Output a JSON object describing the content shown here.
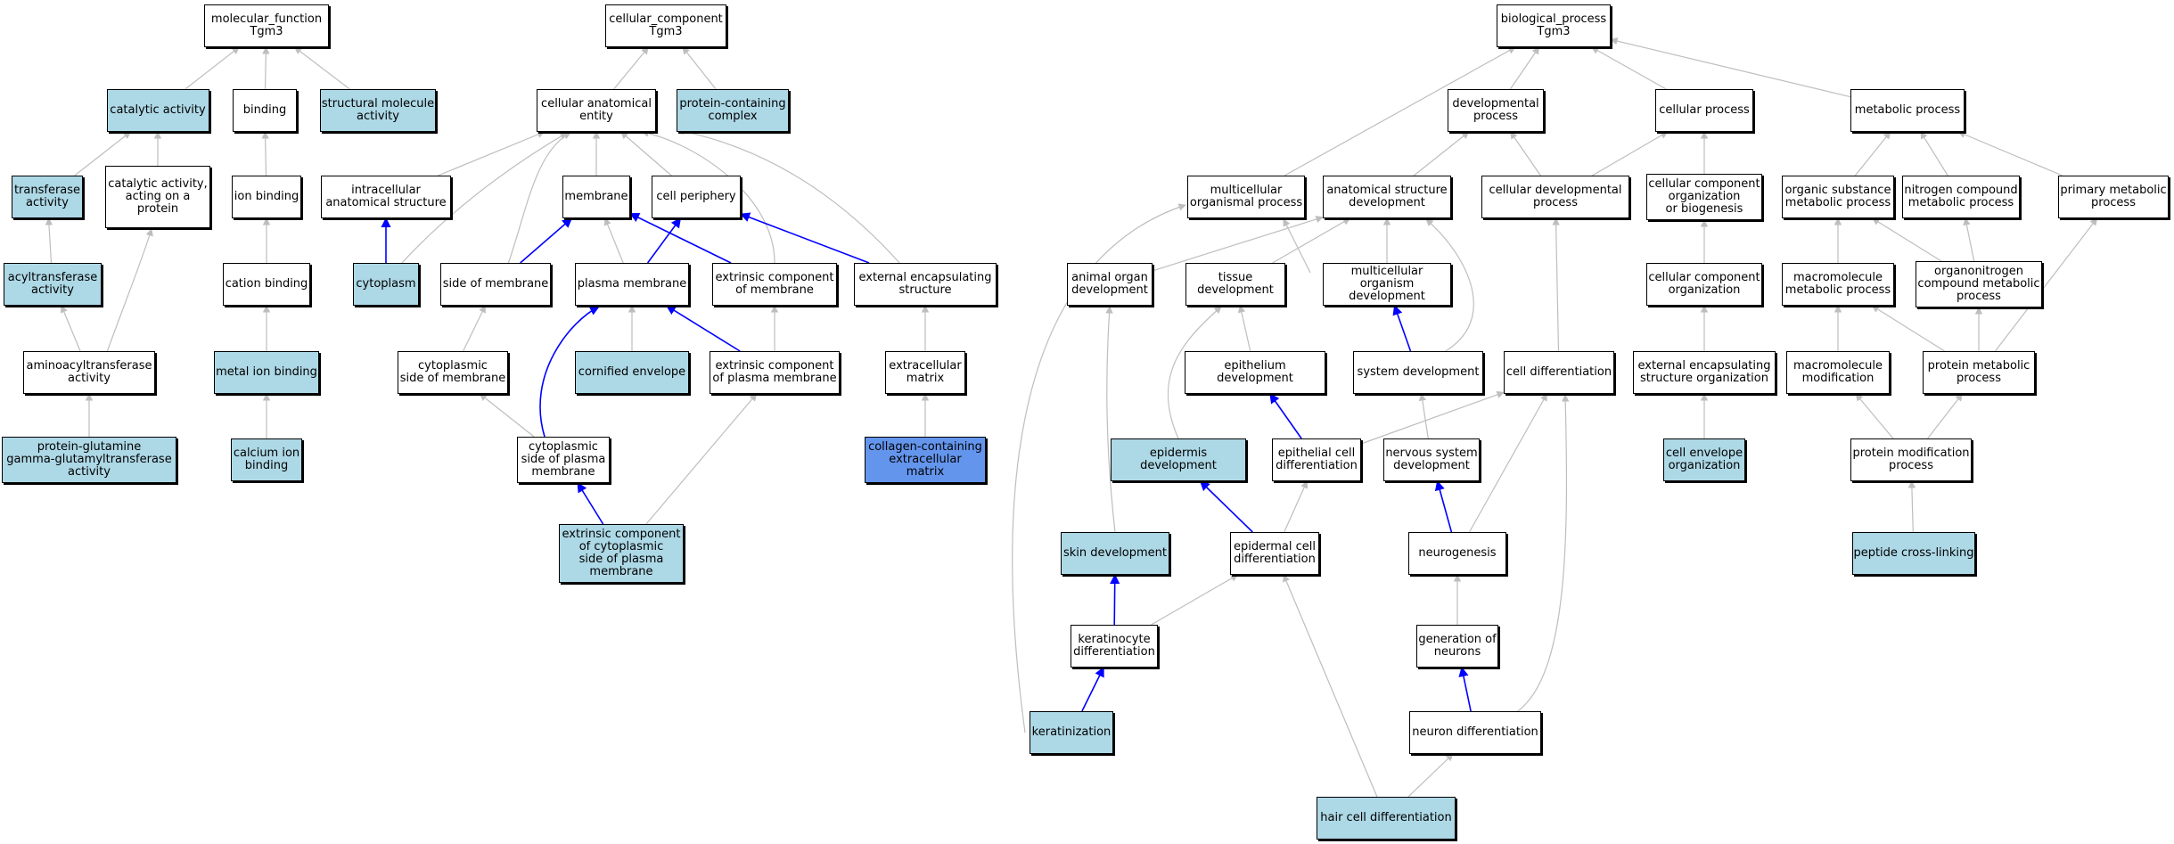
{
  "colors": {
    "background": "#ffffff",
    "highlight": "#add8e6",
    "strong_highlight": "#6495ed",
    "is_a_edge": "#bebebe",
    "part_of_edge": "#0000ff"
  },
  "nodes": [
    {
      "id": "mf",
      "label": "molecular_function\nTgm3",
      "style": "white"
    },
    {
      "id": "catalytic",
      "label": "catalytic activity",
      "style": "light"
    },
    {
      "id": "binding",
      "label": "binding",
      "style": "white"
    },
    {
      "id": "structmol",
      "label": "structural molecule\nactivity",
      "style": "light"
    },
    {
      "id": "transferase",
      "label": "transferase\nactivity",
      "style": "light"
    },
    {
      "id": "catprot",
      "label": "catalytic activity,\nacting on a\nprotein",
      "style": "white"
    },
    {
      "id": "ionbind",
      "label": "ion binding",
      "style": "white"
    },
    {
      "id": "acyl",
      "label": "acyltransferase\nactivity",
      "style": "light"
    },
    {
      "id": "cation",
      "label": "cation binding",
      "style": "white"
    },
    {
      "id": "aminoacyl",
      "label": "aminoacyltransferase\nactivity",
      "style": "white"
    },
    {
      "id": "metal",
      "label": "metal ion binding",
      "style": "light"
    },
    {
      "id": "pgg",
      "label": "protein-glutamine\ngamma-glutamyltransferase\nactivity",
      "style": "light"
    },
    {
      "id": "calcium",
      "label": "calcium ion\nbinding",
      "style": "light"
    },
    {
      "id": "cc",
      "label": "cellular_component\nTgm3",
      "style": "white"
    },
    {
      "id": "cae",
      "label": "cellular anatomical\nentity",
      "style": "white"
    },
    {
      "id": "pcc",
      "label": "protein-containing\ncomplex",
      "style": "light"
    },
    {
      "id": "ias",
      "label": "intracellular\nanatomical structure",
      "style": "white"
    },
    {
      "id": "membrane",
      "label": "membrane",
      "style": "white"
    },
    {
      "id": "cellper",
      "label": "cell periphery",
      "style": "white"
    },
    {
      "id": "cytoplasm",
      "label": "cytoplasm",
      "style": "light"
    },
    {
      "id": "sideofmem",
      "label": "side of membrane",
      "style": "white"
    },
    {
      "id": "plasmamem",
      "label": "plasma membrane",
      "style": "white"
    },
    {
      "id": "extcompmem",
      "label": "extrinsic component\nof membrane",
      "style": "white"
    },
    {
      "id": "extencap",
      "label": "external encapsulating\nstructure",
      "style": "white"
    },
    {
      "id": "cytosideofmem",
      "label": "cytoplasmic\nside of membrane",
      "style": "white"
    },
    {
      "id": "cornified",
      "label": "cornified envelope",
      "style": "light"
    },
    {
      "id": "extcomppm",
      "label": "extrinsic component\nof plasma membrane",
      "style": "white"
    },
    {
      "id": "ecm",
      "label": "extracellular\nmatrix",
      "style": "white"
    },
    {
      "id": "cytosidepm",
      "label": "cytoplasmic\nside of plasma\nmembrane",
      "style": "white"
    },
    {
      "id": "collagen",
      "label": "collagen-containing\nextracellular\nmatrix",
      "style": "dark"
    },
    {
      "id": "extcompcyto",
      "label": "extrinsic component\nof cytoplasmic\nside of plasma\nmembrane",
      "style": "light"
    },
    {
      "id": "bp",
      "label": "biological_process\nTgm3",
      "style": "white"
    },
    {
      "id": "devproc",
      "label": "developmental\nprocess",
      "style": "white"
    },
    {
      "id": "cellproc",
      "label": "cellular process",
      "style": "white"
    },
    {
      "id": "metproc",
      "label": "metabolic process",
      "style": "white"
    },
    {
      "id": "multorg",
      "label": "multicellular\norganismal process",
      "style": "white"
    },
    {
      "id": "anatdev",
      "label": "anatomical structure\ndevelopment",
      "style": "white"
    },
    {
      "id": "celldevproc",
      "label": "cellular developmental\nprocess",
      "style": "white"
    },
    {
      "id": "ccorgbio",
      "label": "cellular component\norganization\nor biogenesis",
      "style": "white"
    },
    {
      "id": "orgsub",
      "label": "organic substance\nmetabolic process",
      "style": "white"
    },
    {
      "id": "nitro",
      "label": "nitrogen compound\nmetabolic process",
      "style": "white"
    },
    {
      "id": "primmet",
      "label": "primary metabolic\nprocess",
      "style": "white"
    },
    {
      "id": "animalorgan",
      "label": "animal organ\ndevelopment",
      "style": "white"
    },
    {
      "id": "tissuedev",
      "label": "tissue development",
      "style": "white"
    },
    {
      "id": "multorgdev",
      "label": "multicellular\norganism development",
      "style": "white"
    },
    {
      "id": "ccorg",
      "label": "cellular component\norganization",
      "style": "white"
    },
    {
      "id": "macromet",
      "label": "macromolecule\nmetabolic process",
      "style": "white"
    },
    {
      "id": "organonitro",
      "label": "organonitrogen\ncompound metabolic\nprocess",
      "style": "white"
    },
    {
      "id": "epidev",
      "label": "epithelium development",
      "style": "white"
    },
    {
      "id": "sysdev",
      "label": "system development",
      "style": "white"
    },
    {
      "id": "celldiff",
      "label": "cell differentiation",
      "style": "white"
    },
    {
      "id": "extencaporg",
      "label": "external encapsulating\nstructure organization",
      "style": "white"
    },
    {
      "id": "macromod",
      "label": "macromolecule\nmodification",
      "style": "white"
    },
    {
      "id": "protmet",
      "label": "protein metabolic\nprocess",
      "style": "white"
    },
    {
      "id": "epiderdev",
      "label": "epidermis development",
      "style": "light"
    },
    {
      "id": "epicelldiff",
      "label": "epithelial cell\ndifferentiation",
      "style": "white"
    },
    {
      "id": "nervdev",
      "label": "nervous system\ndevelopment",
      "style": "white"
    },
    {
      "id": "cellenv",
      "label": "cell envelope\norganization",
      "style": "light"
    },
    {
      "id": "protmod",
      "label": "protein modification\nprocess",
      "style": "white"
    },
    {
      "id": "skindev",
      "label": "skin development",
      "style": "light"
    },
    {
      "id": "epidermcell",
      "label": "epidermal cell\ndifferentiation",
      "style": "white"
    },
    {
      "id": "neurogen",
      "label": "neurogenesis",
      "style": "white"
    },
    {
      "id": "peptide",
      "label": "peptide cross-linking",
      "style": "light"
    },
    {
      "id": "kerdiff",
      "label": "keratinocyte\ndifferentiation",
      "style": "white"
    },
    {
      "id": "genneur",
      "label": "generation of\nneurons",
      "style": "white"
    },
    {
      "id": "keratin",
      "label": "keratinization",
      "style": "light"
    },
    {
      "id": "neurdiff",
      "label": "neuron differentiation",
      "style": "white"
    },
    {
      "id": "haircell",
      "label": "hair cell differentiation",
      "style": "light"
    }
  ],
  "edges": [
    {
      "from": "catalytic",
      "to": "mf",
      "type": "is_a"
    },
    {
      "from": "binding",
      "to": "mf",
      "type": "is_a"
    },
    {
      "from": "structmol",
      "to": "mf",
      "type": "is_a"
    },
    {
      "from": "transferase",
      "to": "catalytic",
      "type": "is_a"
    },
    {
      "from": "catprot",
      "to": "catalytic",
      "type": "is_a"
    },
    {
      "from": "ionbind",
      "to": "binding",
      "type": "is_a"
    },
    {
      "from": "acyl",
      "to": "transferase",
      "type": "is_a"
    },
    {
      "from": "cation",
      "to": "ionbind",
      "type": "is_a"
    },
    {
      "from": "aminoacyl",
      "to": "acyl",
      "type": "is_a"
    },
    {
      "from": "aminoacyl",
      "to": "catprot",
      "type": "is_a"
    },
    {
      "from": "metal",
      "to": "cation",
      "type": "is_a"
    },
    {
      "from": "pgg",
      "to": "aminoacyl",
      "type": "is_a"
    },
    {
      "from": "calcium",
      "to": "metal",
      "type": "is_a"
    },
    {
      "from": "cae",
      "to": "cc",
      "type": "is_a"
    },
    {
      "from": "pcc",
      "to": "cc",
      "type": "is_a"
    },
    {
      "from": "ias",
      "to": "cae",
      "type": "is_a"
    },
    {
      "from": "membrane",
      "to": "cae",
      "type": "is_a"
    },
    {
      "from": "cellper",
      "to": "cae",
      "type": "is_a"
    },
    {
      "from": "cytoplasm",
      "to": "cae",
      "type": "is_a"
    },
    {
      "from": "sideofmem",
      "to": "cae",
      "type": "is_a"
    },
    {
      "from": "extcompmem",
      "to": "cae",
      "type": "is_a"
    },
    {
      "from": "extencap",
      "to": "cae",
      "type": "is_a"
    },
    {
      "from": "cytoplasm",
      "to": "ias",
      "type": "part_of"
    },
    {
      "from": "sideofmem",
      "to": "membrane",
      "type": "part_of"
    },
    {
      "from": "plasmamem",
      "to": "membrane",
      "type": "is_a"
    },
    {
      "from": "extcompmem",
      "to": "membrane",
      "type": "part_of"
    },
    {
      "from": "plasmamem",
      "to": "cellper",
      "type": "part_of"
    },
    {
      "from": "extencap",
      "to": "cellper",
      "type": "part_of"
    },
    {
      "from": "cytosideofmem",
      "to": "sideofmem",
      "type": "is_a"
    },
    {
      "from": "cornified",
      "to": "plasmamem",
      "type": "is_a"
    },
    {
      "from": "extcomppm",
      "to": "plasmamem",
      "type": "part_of"
    },
    {
      "from": "cytosidepm",
      "to": "plasmamem",
      "type": "part_of"
    },
    {
      "from": "extcomppm",
      "to": "extcompmem",
      "type": "is_a"
    },
    {
      "from": "ecm",
      "to": "extencap",
      "type": "is_a"
    },
    {
      "from": "cytosidepm",
      "to": "cytosideofmem",
      "type": "is_a"
    },
    {
      "from": "collagen",
      "to": "ecm",
      "type": "is_a"
    },
    {
      "from": "extcompcyto",
      "to": "cytosidepm",
      "type": "part_of"
    },
    {
      "from": "extcompcyto",
      "to": "extcomppm",
      "type": "is_a"
    },
    {
      "from": "devproc",
      "to": "bp",
      "type": "is_a"
    },
    {
      "from": "cellproc",
      "to": "bp",
      "type": "is_a"
    },
    {
      "from": "metproc",
      "to": "bp",
      "type": "is_a"
    },
    {
      "from": "multorg",
      "to": "bp",
      "type": "is_a"
    },
    {
      "from": "anatdev",
      "to": "devproc",
      "type": "is_a"
    },
    {
      "from": "celldevproc",
      "to": "devproc",
      "type": "is_a"
    },
    {
      "from": "celldevproc",
      "to": "cellproc",
      "type": "is_a"
    },
    {
      "from": "ccorgbio",
      "to": "cellproc",
      "type": "is_a"
    },
    {
      "from": "orgsub",
      "to": "metproc",
      "type": "is_a"
    },
    {
      "from": "nitro",
      "to": "metproc",
      "type": "is_a"
    },
    {
      "from": "primmet",
      "to": "metproc",
      "type": "is_a"
    },
    {
      "from": "animalorgan",
      "to": "anatdev",
      "type": "is_a"
    },
    {
      "from": "tissuedev",
      "to": "anatdev",
      "type": "is_a"
    },
    {
      "from": "multorgdev",
      "to": "anatdev",
      "type": "is_a"
    },
    {
      "from": "multorgdev",
      "to": "multorg",
      "type": "is_a"
    },
    {
      "from": "sysdev",
      "to": "anatdev",
      "type": "is_a"
    },
    {
      "from": "celldiff",
      "to": "celldevproc",
      "type": "is_a"
    },
    {
      "from": "ccorg",
      "to": "ccorgbio",
      "type": "is_a"
    },
    {
      "from": "macromet",
      "to": "orgsub",
      "type": "is_a"
    },
    {
      "from": "organonitro",
      "to": "orgsub",
      "type": "is_a"
    },
    {
      "from": "organonitro",
      "to": "nitro",
      "type": "is_a"
    },
    {
      "from": "epidev",
      "to": "tissuedev",
      "type": "is_a"
    },
    {
      "from": "sysdev",
      "to": "multorgdev",
      "type": "part_of"
    },
    {
      "from": "extencaporg",
      "to": "ccorg",
      "type": "is_a"
    },
    {
      "from": "macromod",
      "to": "macromet",
      "type": "is_a"
    },
    {
      "from": "protmet",
      "to": "macromet",
      "type": "is_a"
    },
    {
      "from": "protmet",
      "to": "organonitro",
      "type": "is_a"
    },
    {
      "from": "protmet",
      "to": "primmet",
      "type": "is_a"
    },
    {
      "from": "epiderdev",
      "to": "tissuedev",
      "type": "is_a"
    },
    {
      "from": "epicelldiff",
      "to": "epidev",
      "type": "part_of"
    },
    {
      "from": "epicelldiff",
      "to": "celldiff",
      "type": "is_a"
    },
    {
      "from": "nervdev",
      "to": "sysdev",
      "type": "is_a"
    },
    {
      "from": "cellenv",
      "to": "extencaporg",
      "type": "is_a"
    },
    {
      "from": "protmod",
      "to": "macromod",
      "type": "is_a"
    },
    {
      "from": "protmod",
      "to": "protmet",
      "type": "is_a"
    },
    {
      "from": "skindev",
      "to": "animalorgan",
      "type": "is_a"
    },
    {
      "from": "epidermcell",
      "to": "epiderdev",
      "type": "part_of"
    },
    {
      "from": "epidermcell",
      "to": "epicelldiff",
      "type": "is_a"
    },
    {
      "from": "neurogen",
      "to": "nervdev",
      "type": "part_of"
    },
    {
      "from": "neurogen",
      "to": "celldiff",
      "type": "is_a"
    },
    {
      "from": "peptide",
      "to": "protmod",
      "type": "is_a"
    },
    {
      "from": "kerdiff",
      "to": "skindev",
      "type": "part_of"
    },
    {
      "from": "kerdiff",
      "to": "epidermcell",
      "type": "is_a"
    },
    {
      "from": "genneur",
      "to": "neurogen",
      "type": "is_a"
    },
    {
      "from": "keratin",
      "to": "kerdiff",
      "type": "part_of"
    },
    {
      "from": "keratin",
      "to": "multorg",
      "type": "is_a"
    },
    {
      "from": "neurdiff",
      "to": "genneur",
      "type": "part_of"
    },
    {
      "from": "neurdiff",
      "to": "celldiff",
      "type": "is_a"
    },
    {
      "from": "haircell",
      "to": "neurdiff",
      "type": "is_a"
    },
    {
      "from": "haircell",
      "to": "epidermcell",
      "type": "is_a"
    }
  ]
}
